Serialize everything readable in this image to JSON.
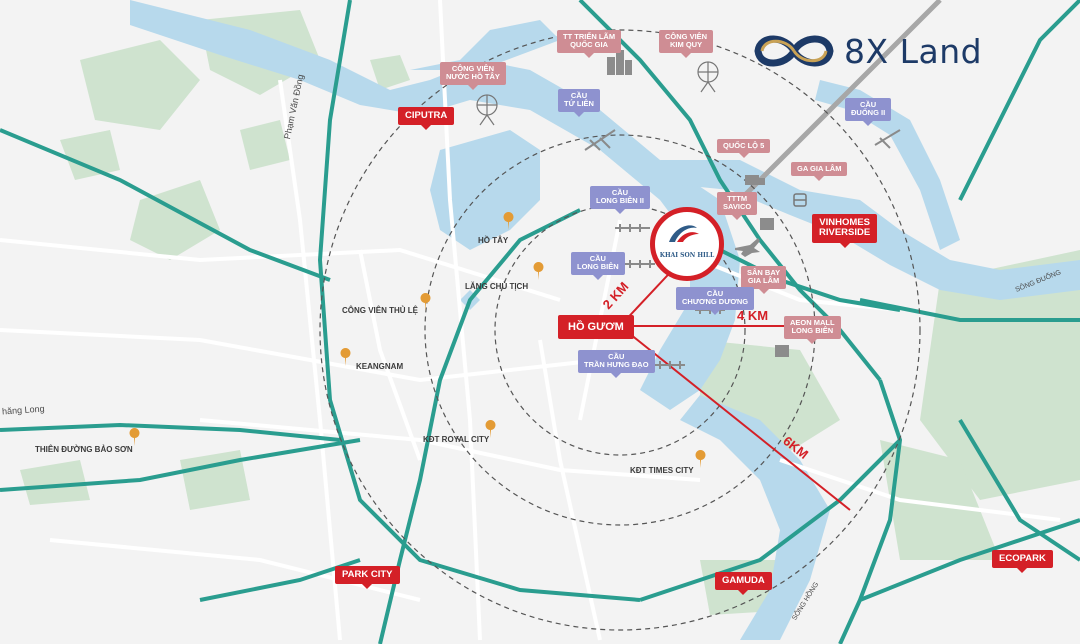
{
  "brand": {
    "name": "8X Land",
    "logo_icon": "infinity-logo",
    "color_navy": "#1d3a67",
    "color_gold": "#c9a255"
  },
  "project": {
    "name": "KHAI SON HILL",
    "ring_color": "#d42027"
  },
  "center": {
    "label": "HỒ GƯƠM"
  },
  "distances": {
    "d2": "2 KM",
    "d4": "4 KM",
    "d6": "6KM"
  },
  "red_tags": {
    "ciputra": "CIPUTRA",
    "vinhomes": "VINHOMES\nRIVERSIDE",
    "park_city": "PARK CITY",
    "gamuda": "GAMUDA",
    "ecopark": "ECOPARK"
  },
  "pink_tags": {
    "tt_trien_lam": "TT TRIỂN LÃM\nQUỐC GIA",
    "cv_kim_quy": "CÔNG VIÊN\nKIM QUY",
    "cv_nuoc_ho_tay": "CÔNG VIÊN\nNƯỚC HỒ TÂY",
    "quoc_lo_5": "QUỐC LỘ 5",
    "ga_gia_lam": "GA GIA LÂM",
    "tttm_savico": "TTTM\nSAVICO",
    "san_bay_gia_lam": "SÂN BAY\nGIA LÂM",
    "aeon_mall": "AEON MALL\nLONG BIÊN"
  },
  "blue_tags": {
    "cau_tu_lien": "CẦU\nTỨ LIÊN",
    "cau_duong_ii": "CẦU\nĐUỐNG II",
    "cau_long_bien_ii": "CẦU\nLONG BIÊN II",
    "cau_long_bien": "CẦU\nLONG BIÊN",
    "cau_chuong_duong": "CẦU\nCHƯƠNG DƯƠNG",
    "cau_tran_hung_dao": "CẦU\nTRẦN HƯNG ĐẠO"
  },
  "pois": {
    "ho_tay": "HỒ TÂY",
    "lang_chu_tich": "LĂNG CHỦ TỊCH",
    "cv_thu_le": "CÔNG VIÊN THỦ LỆ",
    "keangnam": "KEANGNAM",
    "thien_duong_bao_son": "THIÊN ĐƯỜNG BẢO SƠN",
    "royal_city": "KĐT ROYAL CITY",
    "times_city": "KĐT TIMES CITY"
  },
  "roads": {
    "pham_van_dong": "Phạm Văn Đồng",
    "thang_long": "hăng Long",
    "song_duong": "SÔNG ĐUỐNG",
    "song_hong": "SÔNG HỒNG"
  },
  "colors": {
    "river": "#b7d9ec",
    "green": "#cfe3cf",
    "ring_road": "#2a9d8f",
    "accent_red": "#d42027"
  }
}
